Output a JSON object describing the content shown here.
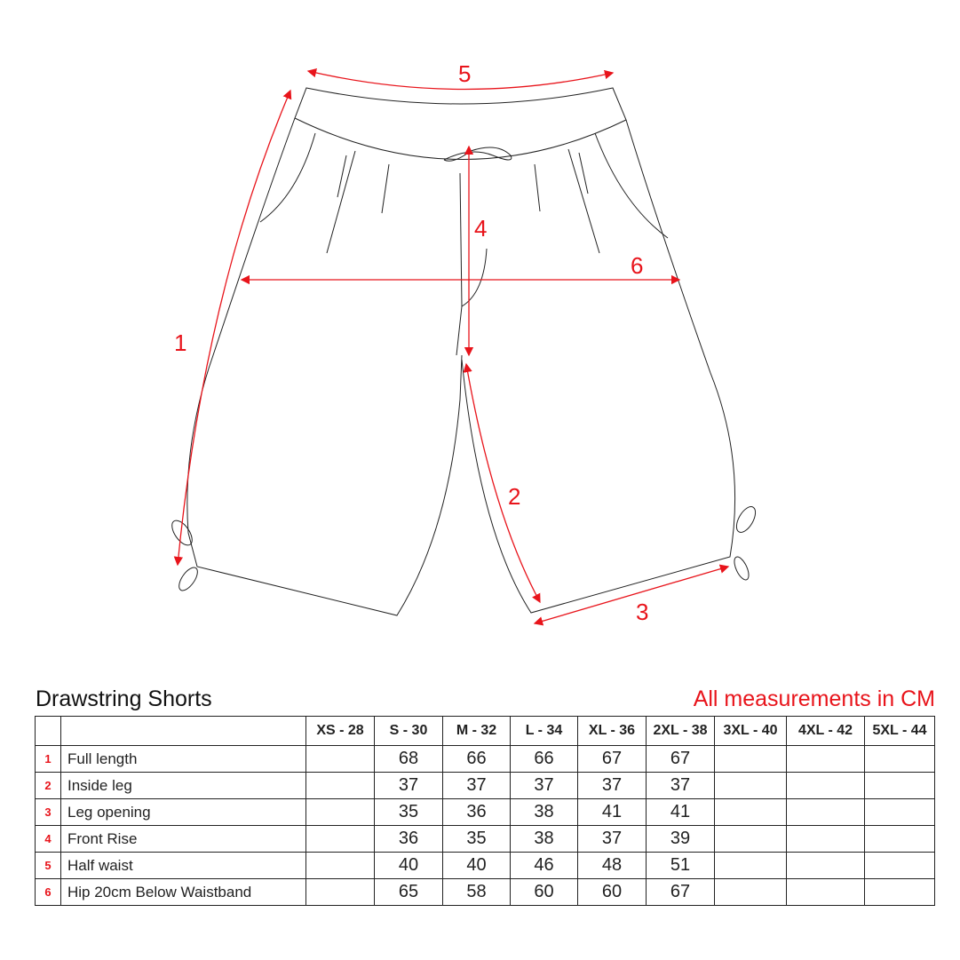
{
  "title": "Drawstring Shorts",
  "note": "All measurements in CM",
  "diagram_labels": [
    "1",
    "2",
    "3",
    "4",
    "5",
    "6"
  ],
  "colors": {
    "accent": "#e8141b",
    "line": "#222222"
  },
  "sizes": [
    "XS - 28",
    "S - 30",
    "M - 32",
    "L - 34",
    "XL - 36",
    "2XL - 38",
    "3XL - 40",
    "4XL - 42",
    "5XL - 44"
  ],
  "rows": [
    {
      "num": "1",
      "label": "Full length",
      "values": [
        "",
        "68",
        "66",
        "66",
        "67",
        "67",
        "",
        "",
        ""
      ]
    },
    {
      "num": "2",
      "label": "Inside leg",
      "values": [
        "",
        "37",
        "37",
        "37",
        "37",
        "37",
        "",
        "",
        ""
      ]
    },
    {
      "num": "3",
      "label": "Leg opening",
      "values": [
        "",
        "35",
        "36",
        "38",
        "41",
        "41",
        "",
        "",
        ""
      ]
    },
    {
      "num": "4",
      "label": "Front Rise",
      "values": [
        "",
        "36",
        "35",
        "38",
        "37",
        "39",
        "",
        "",
        ""
      ]
    },
    {
      "num": "5",
      "label": "Half waist",
      "values": [
        "",
        "40",
        "40",
        "46",
        "48",
        "51",
        "",
        "",
        ""
      ]
    },
    {
      "num": "6",
      "label": "Hip 20cm Below Waistband",
      "values": [
        "",
        "65",
        "58",
        "60",
        "60",
        "67",
        "",
        "",
        ""
      ]
    }
  ]
}
